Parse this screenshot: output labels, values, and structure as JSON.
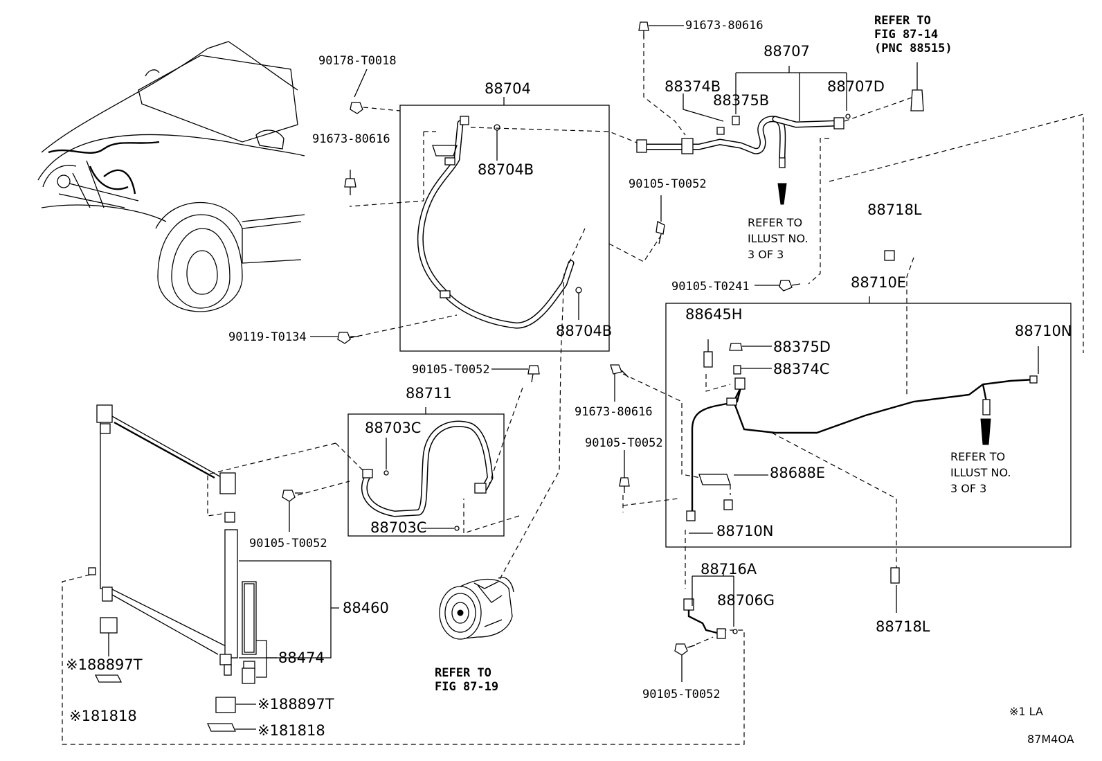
{
  "diagram": {
    "code": "87M4OA",
    "footnote": "※1 LA",
    "labels": {
      "p_88707": "88707",
      "p_91673_top": "91673-80616",
      "p_88374B": "88374B",
      "p_88375B": "88375B",
      "p_88707D": "88707D",
      "p_90178": "90178-T0018",
      "p_88704": "88704",
      "p_91673_left": "91673-80616",
      "p_88704B_top": "88704B",
      "p_90105_a": "90105-T0052",
      "p_90105_t0241": "90105-T0241",
      "p_88718L_top": "88718L",
      "p_88710E": "88710E",
      "p_88645H": "88645H",
      "p_88375D": "88375D",
      "p_88374C": "88374C",
      "p_88710N_right": "88710N",
      "p_90119": "90119-T0134",
      "p_88704B_bottom": "88704B",
      "p_90105_b": "90105-T0052",
      "p_88711": "88711",
      "p_88703C_top": "88703C",
      "p_88703C_bottom": "88703C",
      "p_91673_mid": "91673-80616",
      "p_90105_c": "90105-T0052",
      "p_88688E": "88688E",
      "p_88710N_bottom": "88710N",
      "p_90105_d": "90105-T0052",
      "p_88460": "88460",
      "p_88474": "88474",
      "p_88897T_left": "※188897T",
      "p_81818_left": "※181818",
      "p_88897T_right": "※188897T",
      "p_81818_right": "※181818",
      "p_88716A": "88716A",
      "p_88706G": "88706G",
      "p_90105_e": "90105-T0052",
      "p_88718L_bottom": "88718L"
    },
    "refs": {
      "fig_87_14": "REFER TO\nFIG 87-14\n(PNC 88515)",
      "illust_1": "REFER TO\nILLUST NO.\n3 OF 3",
      "illust_2": "REFER TO\nILLUST NO.\n3 OF 3",
      "fig_87_19": "REFER TO\nFIG 87-19"
    }
  }
}
